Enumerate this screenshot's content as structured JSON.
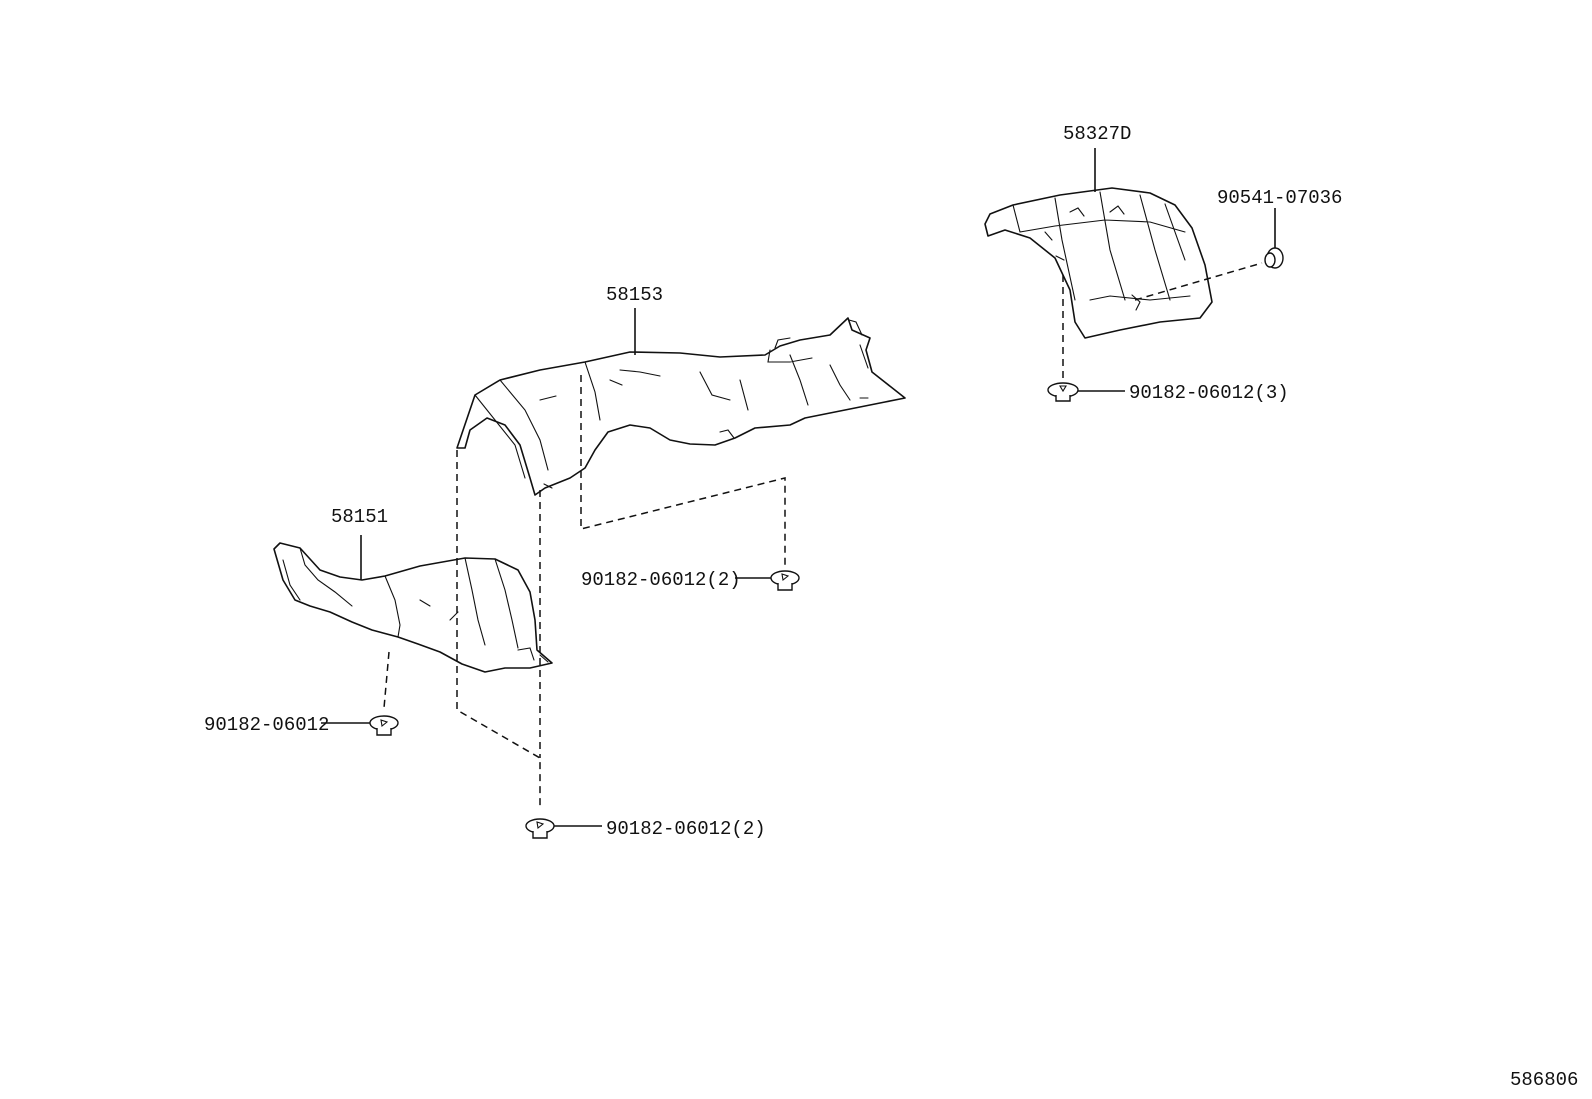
{
  "diagram": {
    "parts": {
      "shield_58327D": "58327D",
      "nut_90541": "90541-07036",
      "bolt_right_top": "90182-06012(3)",
      "shield_58153": "58153",
      "bolt_center": "90182-06012(2)",
      "shield_58151": "58151",
      "bolt_left": "90182-06012",
      "bolt_bottom": "90182-06012(2)"
    },
    "drawing_number": "586806"
  }
}
